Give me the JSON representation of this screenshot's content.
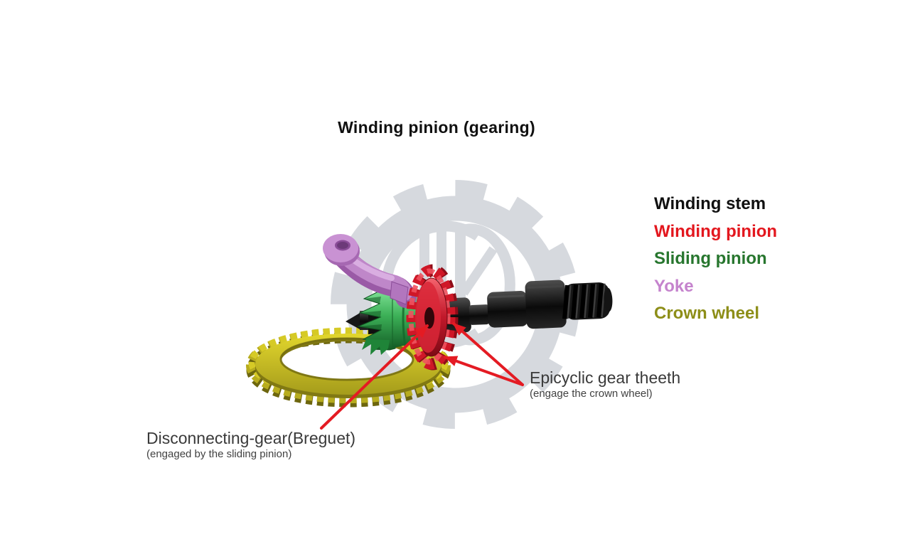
{
  "title": "Winding pinion (gearing)",
  "legend": {
    "items": [
      {
        "label": "Winding stem",
        "color": "#101010"
      },
      {
        "label": "Winding pinion",
        "color": "#e3171e"
      },
      {
        "label": "Sliding pinion",
        "color": "#27762e"
      },
      {
        "label": "Yoke",
        "color": "#c583cd"
      },
      {
        "label": "Crown wheel",
        "color": "#8d8e18"
      }
    ]
  },
  "annotations": [
    {
      "label": "Epicyclic gear theeth",
      "sublabel": "(engage the crown wheel)"
    },
    {
      "label": "Disconnecting-gear(Breguet)",
      "sublabel": "(engaged by the sliding pinion)"
    }
  ],
  "illustration": {
    "parts": [
      {
        "name": "winding-stem",
        "color": "#1a1a1a"
      },
      {
        "name": "winding-pinion",
        "color": "#d21b2a"
      },
      {
        "name": "sliding-pinion",
        "color": "#3cb057"
      },
      {
        "name": "yoke",
        "color": "#bf87c9"
      },
      {
        "name": "crown-wheel",
        "color": "#c8bd20"
      },
      {
        "name": "watermark-gear-logo",
        "color": "#d6d9de"
      }
    ],
    "arrow_color": "#e41b23"
  }
}
